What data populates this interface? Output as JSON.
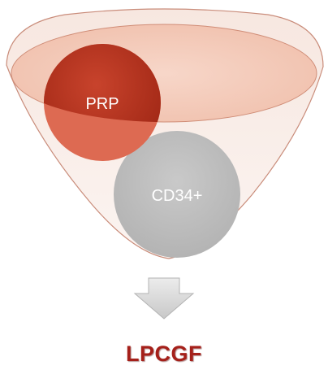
{
  "funnel": {
    "inputs": [
      {
        "label": "PRP",
        "color": "#b5301d"
      },
      {
        "label": "CD34+",
        "color": "#bdbdbd"
      }
    ]
  },
  "result": {
    "label": "LPCGF",
    "color": "#a5201a"
  },
  "colors": {
    "funnel_fill": "#f7e6df",
    "funnel_rim": "#f2c4b2",
    "arrow": "#d9d9d9"
  }
}
